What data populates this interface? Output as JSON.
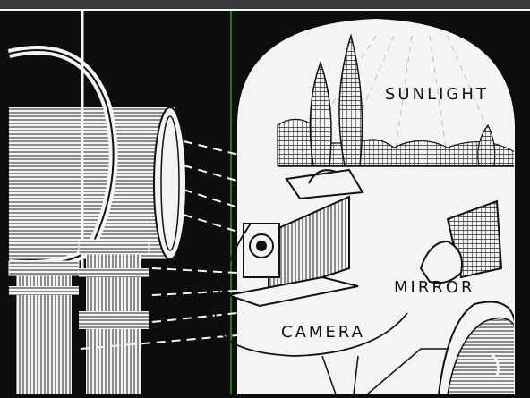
{
  "labels": {
    "sunlight": "SUNLIGHT",
    "mirror": "MIRROR",
    "camera": "CAMERA"
  },
  "colors": {
    "background": "#0d0d0d",
    "ink": "#111111",
    "paper": "#f4f4f4",
    "frame_line": "#1f7a1f"
  }
}
